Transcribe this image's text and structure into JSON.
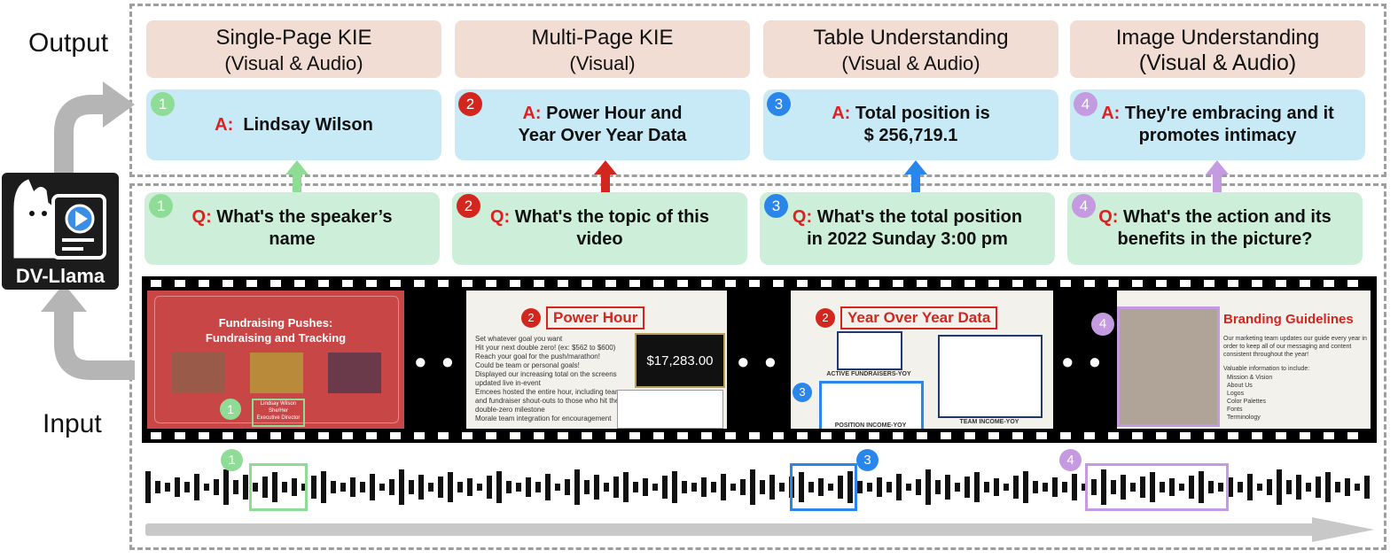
{
  "labels": {
    "output": "Output",
    "input": "Input"
  },
  "logo": {
    "name": "DV-Llama"
  },
  "tasks": [
    {
      "title": "Single-Page KIE",
      "subtitle": "(Visual & Audio)"
    },
    {
      "title": "Multi-Page KIE",
      "subtitle": "(Visual)"
    },
    {
      "title": "Table Understanding",
      "subtitle": "(Visual & Audio)"
    },
    {
      "title": "Image Understanding",
      "subtitle": "(Visual & Audio)"
    }
  ],
  "answers": [
    {
      "num": "1",
      "prefix": "A:",
      "line1": "Lindsay Wilson",
      "line2": ""
    },
    {
      "num": "2",
      "prefix": "A:",
      "line1": "Power Hour and",
      "line2": "Year Over Year Data"
    },
    {
      "num": "3",
      "prefix": "A:",
      "line1": "Total position is",
      "line2": "$ 256,719.1"
    },
    {
      "num": "4",
      "prefix": "A:",
      "line1": "They're embracing and it",
      "line2": "promotes intimacy"
    }
  ],
  "questions": [
    {
      "num": "1",
      "prefix": "Q:",
      "line1": "What's the speaker’s",
      "line2": "name"
    },
    {
      "num": "2",
      "prefix": "Q:",
      "line1": "What's the topic of this",
      "line2": "video"
    },
    {
      "num": "3",
      "prefix": "Q:",
      "line1": "What's the total position",
      "line2": "in 2022 Sunday 3:00 pm"
    },
    {
      "num": "4",
      "prefix": "Q:",
      "line1": "What's the action and its",
      "line2": "benefits in the picture?"
    }
  ],
  "badge_colors": [
    "#8fdc96",
    "#d3261f",
    "#2a86ea",
    "#c49be0"
  ],
  "arrow_colors": [
    "#8fdc96",
    "#d3261f",
    "#2a86ea",
    "#c49be0"
  ],
  "frames": {
    "f1": {
      "title_l1": "Fundraising Pushes:",
      "title_l2": "Fundraising and Tracking",
      "badge": "1",
      "box_l1": "Lindsay Wilson",
      "box_l2": "She/Her",
      "box_l3": "Executive Director"
    },
    "f2": {
      "badge": "2",
      "title": "Power Hour",
      "amount": "$17,283.00",
      "bullets": [
        "Set whatever goal you want",
        "Hit your next double zero! (ex: $562 to $600)",
        "Reach your goal for the push/marathon!",
        "Could be team or personal goals!",
        "Displayed our increasing total on the screens updated live in-event",
        "Emcees hosted the entire hour, including team and fundraiser shout-outs to those who hit their double-zero milestone",
        "Morale team integration for encouragement"
      ]
    },
    "f3": {
      "badge_a": "2",
      "badge_b": "3",
      "title": "Year Over Year Data",
      "cap1": "ACTIVE FUNDRAISERS-YOY",
      "cap2": "POSITION INCOME-YOY",
      "cap3": "TEAM INCOME-YOY"
    },
    "f4": {
      "badge": "4",
      "title": "Branding Guidelines",
      "para": "Our marketing team updates our guide every year in order to keep all of our messaging and content consistent throughout the year!",
      "intro": "Valuable information to include:",
      "items": [
        "Mission & Vision",
        "About Us",
        "Logos",
        "Color Palettes",
        "Fonts",
        "Terminology"
      ]
    }
  },
  "ellipsis": [
    "• • •",
    "• • •",
    "• • •"
  ],
  "audio_badges": [
    "1",
    "3",
    "4"
  ]
}
